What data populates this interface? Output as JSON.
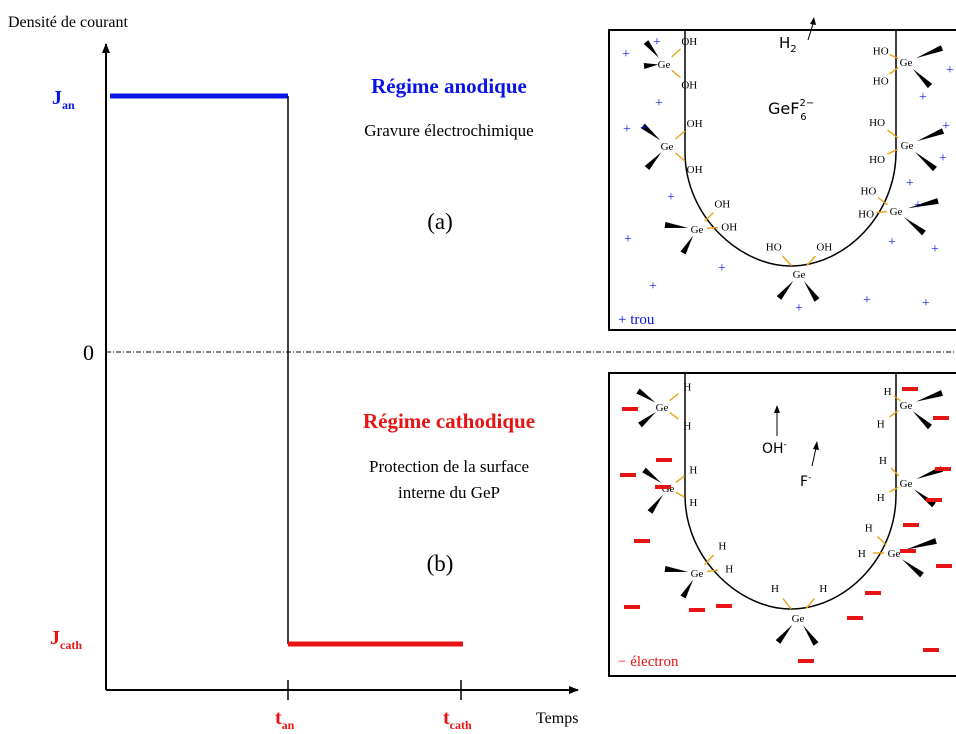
{
  "graph": {
    "y_axis_label": "Densité de courant",
    "x_axis_label": "Temps",
    "zero_label": "0",
    "j_an": {
      "main": "J",
      "sub": "an"
    },
    "j_cath": {
      "main": "J",
      "sub": "cath"
    },
    "t_an": {
      "main": "t",
      "sub": "an"
    },
    "t_cath": {
      "main": "t",
      "sub": "cath"
    },
    "anodic_color": "#0a14e6",
    "cathodic_color": "#e61414"
  },
  "anodic": {
    "title": "Régime anodique",
    "description": "Gravure électrochimique",
    "panel_label": "(a)",
    "legend": "+ trou",
    "legend_color": "#0a14e6",
    "species_h2": {
      "main": "H",
      "sub": "2"
    },
    "species_gef6": {
      "main": "GeF",
      "sub": "6",
      "sup": "2−"
    },
    "atom": "Ge",
    "ligand": "OH",
    "ligand_rev": "HO",
    "carrier": "+"
  },
  "cathodic": {
    "title": "Régime cathodique",
    "description_line1": "Protection de la surface",
    "description_line2": "interne du GeP",
    "panel_label": "(b)",
    "legend": "− électron",
    "legend_color": "#e61414",
    "species_oh": {
      "main": "OH",
      "sup": "-"
    },
    "species_f": {
      "main": "F",
      "sup": "-"
    },
    "atom": "Ge",
    "ligand": "H",
    "carrier": "−"
  }
}
